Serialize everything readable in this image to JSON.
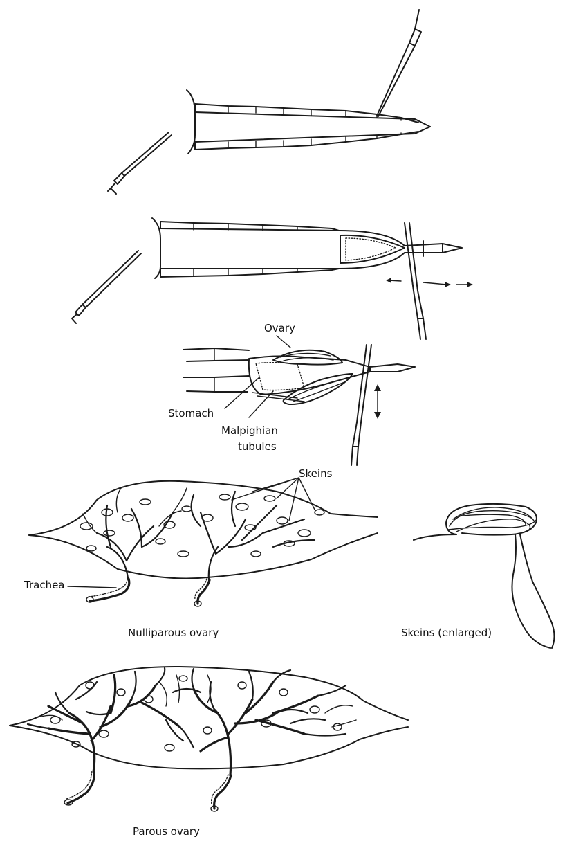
{
  "labels": {
    "ovary": "Ovary",
    "stomach": "Stomach",
    "malpighian_1": "Malpighian",
    "malpighian_2": "tubules",
    "skeins": "Skeins",
    "trachea": "Trachea",
    "nulliparous_caption": "Nulliparous ovary",
    "skeins_enlarged_caption": "Skeins (enlarged)",
    "parous_caption": "Parous ovary"
  }
}
